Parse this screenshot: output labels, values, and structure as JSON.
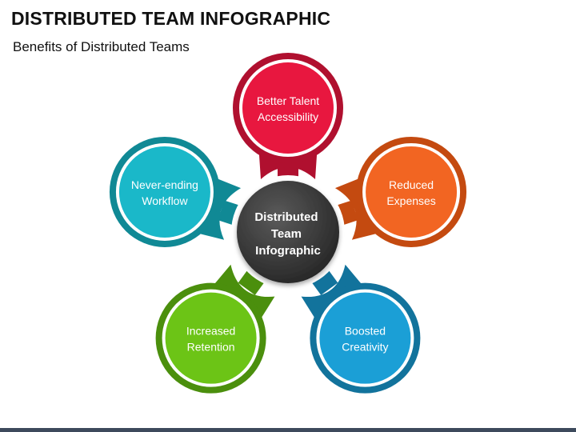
{
  "title": "DISTRIBUTED TEAM INFOGRAPHIC",
  "subtitle": "Benefits of Distributed Teams",
  "center": {
    "lines": [
      "Distributed",
      "Team",
      "Infographic"
    ],
    "color": "#3a3a3a"
  },
  "petals": [
    {
      "id": "talent",
      "lines": [
        "Better Talent",
        "Accessibility"
      ],
      "color": "#e8173f",
      "dark": "#b0102f"
    },
    {
      "id": "expenses",
      "lines": [
        "Reduced",
        "Expenses"
      ],
      "color": "#f26522",
      "dark": "#c44a10"
    },
    {
      "id": "creativity",
      "lines": [
        "Boosted",
        "Creativity"
      ],
      "color": "#1b9fd6",
      "dark": "#12739c"
    },
    {
      "id": "retention",
      "lines": [
        "Increased",
        "Retention"
      ],
      "color": "#6cc416",
      "dark": "#4b8f0d"
    },
    {
      "id": "workflow",
      "lines": [
        "Never-ending",
        "Workflow"
      ],
      "color": "#1ab8c9",
      "dark": "#108995"
    }
  ]
}
